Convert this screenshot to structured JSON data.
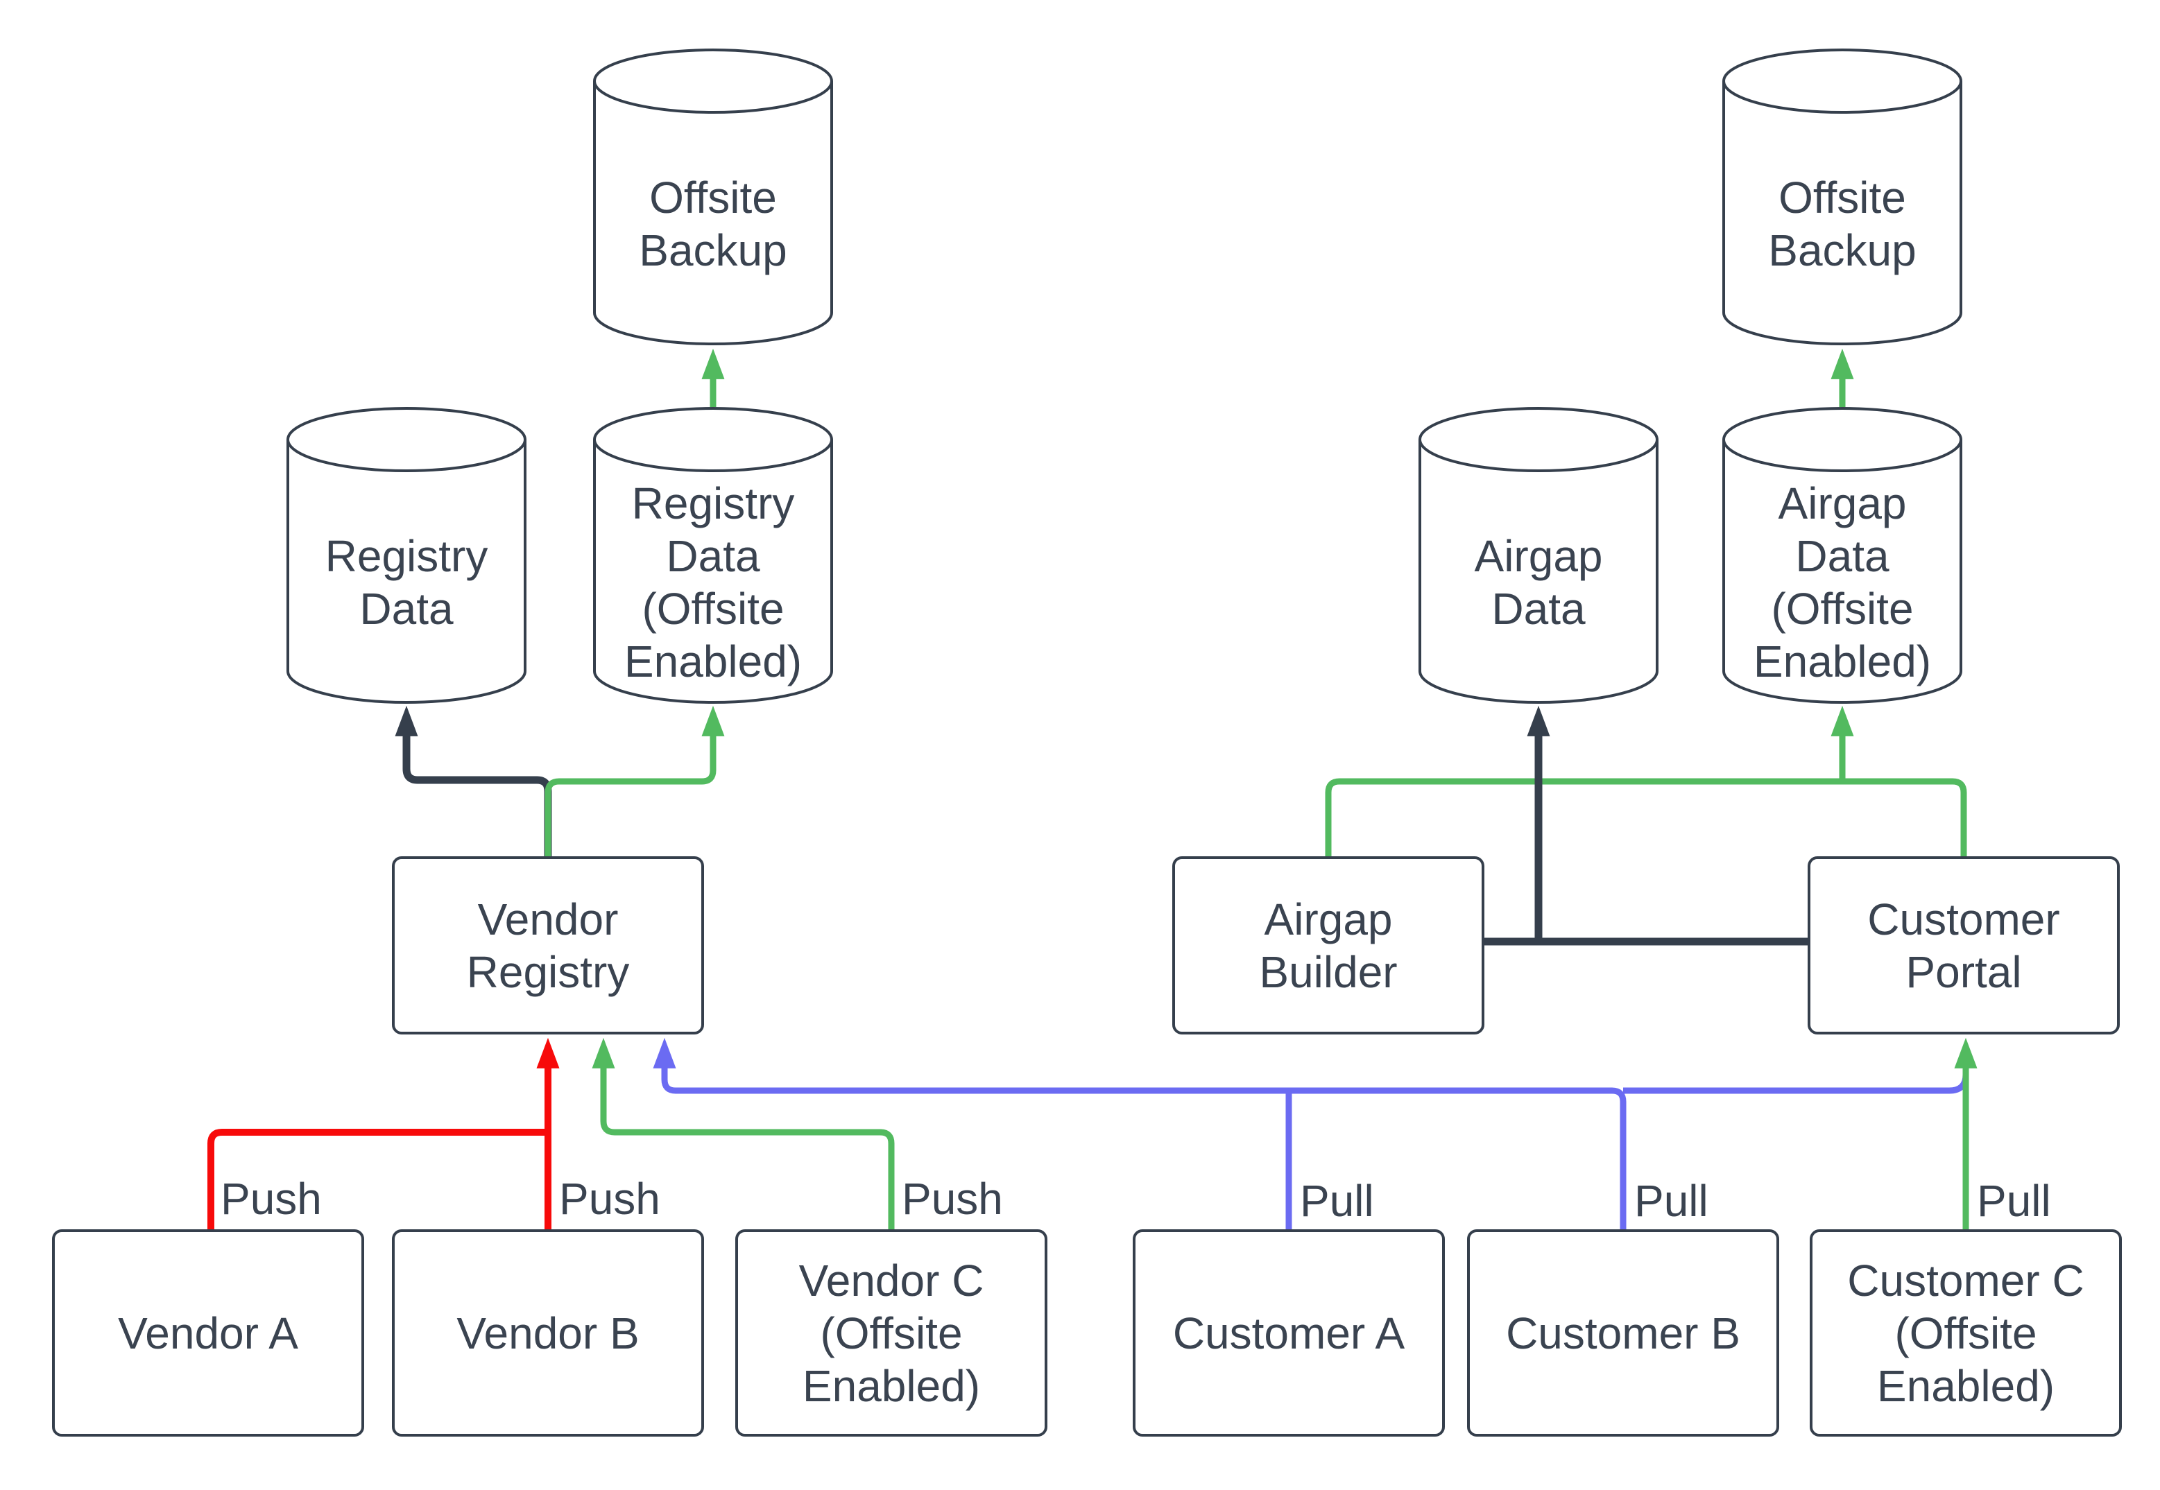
{
  "diagram": {
    "title": "Vendor registry and airgap customer distribution diagram",
    "palette": {
      "dark": "#353F4C",
      "green": "#52BA5F",
      "blue": "#6B6BF2",
      "red": "#F70A0A",
      "text": "#3A4350",
      "bg": "#FFFFFF"
    },
    "nodes": {
      "offsite_backup_left": {
        "label": "Offsite\nBackup",
        "shape": "cylinder"
      },
      "offsite_backup_right": {
        "label": "Offsite\nBackup",
        "shape": "cylinder"
      },
      "registry_data": {
        "label": "Registry\nData",
        "shape": "cylinder"
      },
      "registry_data_offsite": {
        "label": "Registry\nData\n(Offsite\nEnabled)",
        "shape": "cylinder"
      },
      "airgap_data": {
        "label": "Airgap\nData",
        "shape": "cylinder"
      },
      "airgap_data_offsite": {
        "label": "Airgap\nData\n(Offsite\nEnabled)",
        "shape": "cylinder"
      },
      "vendor_registry": {
        "label": "Vendor\nRegistry",
        "shape": "box"
      },
      "airgap_builder": {
        "label": "Airgap\nBuilder",
        "shape": "box"
      },
      "customer_portal": {
        "label": "Customer\nPortal",
        "shape": "box"
      },
      "vendor_a": {
        "label": "Vendor A",
        "shape": "box"
      },
      "vendor_b": {
        "label": "Vendor B",
        "shape": "box"
      },
      "vendor_c": {
        "label": "Vendor C\n(Offsite\nEnabled)",
        "shape": "box"
      },
      "customer_a": {
        "label": "Customer A",
        "shape": "box"
      },
      "customer_b": {
        "label": "Customer B",
        "shape": "box"
      },
      "customer_c": {
        "label": "Customer C\n(Offsite\nEnabled)",
        "shape": "box"
      }
    },
    "edges": [
      {
        "from": "vendor_a",
        "to": "vendor_registry",
        "color": "red",
        "label": "Push"
      },
      {
        "from": "vendor_b",
        "to": "vendor_registry",
        "color": "red",
        "label": "Push"
      },
      {
        "from": "vendor_c",
        "to": "vendor_registry",
        "color": "green",
        "label": "Push"
      },
      {
        "from": "customer_a",
        "to": "vendor_registry",
        "color": "blue",
        "label": "Pull"
      },
      {
        "from": "customer_b",
        "to": "vendor_registry",
        "color": "blue",
        "label": "Pull"
      },
      {
        "from": "customer_c",
        "to": "customer_portal",
        "color": "green",
        "label": "Pull"
      },
      {
        "from": "vendor_registry",
        "to": "registry_data",
        "color": "dark",
        "label": ""
      },
      {
        "from": "vendor_registry",
        "to": "registry_data_offsite",
        "color": "green",
        "label": ""
      },
      {
        "from": "registry_data_offsite",
        "to": "offsite_backup_left",
        "color": "green",
        "label": ""
      },
      {
        "from": "airgap_builder",
        "to": "customer_portal",
        "color": "dark",
        "label": ""
      },
      {
        "from": "airgap_builder_customer_portal_link",
        "to": "airgap_data",
        "color": "dark",
        "label": ""
      },
      {
        "from": "customer_portal",
        "to": "airgap_builder",
        "color": "green",
        "label": ""
      },
      {
        "from": "customer_portal",
        "to": "airgap_data_offsite",
        "color": "green",
        "label": ""
      },
      {
        "from": "airgap_data_offsite",
        "to": "offsite_backup_right",
        "color": "green",
        "label": ""
      }
    ]
  }
}
